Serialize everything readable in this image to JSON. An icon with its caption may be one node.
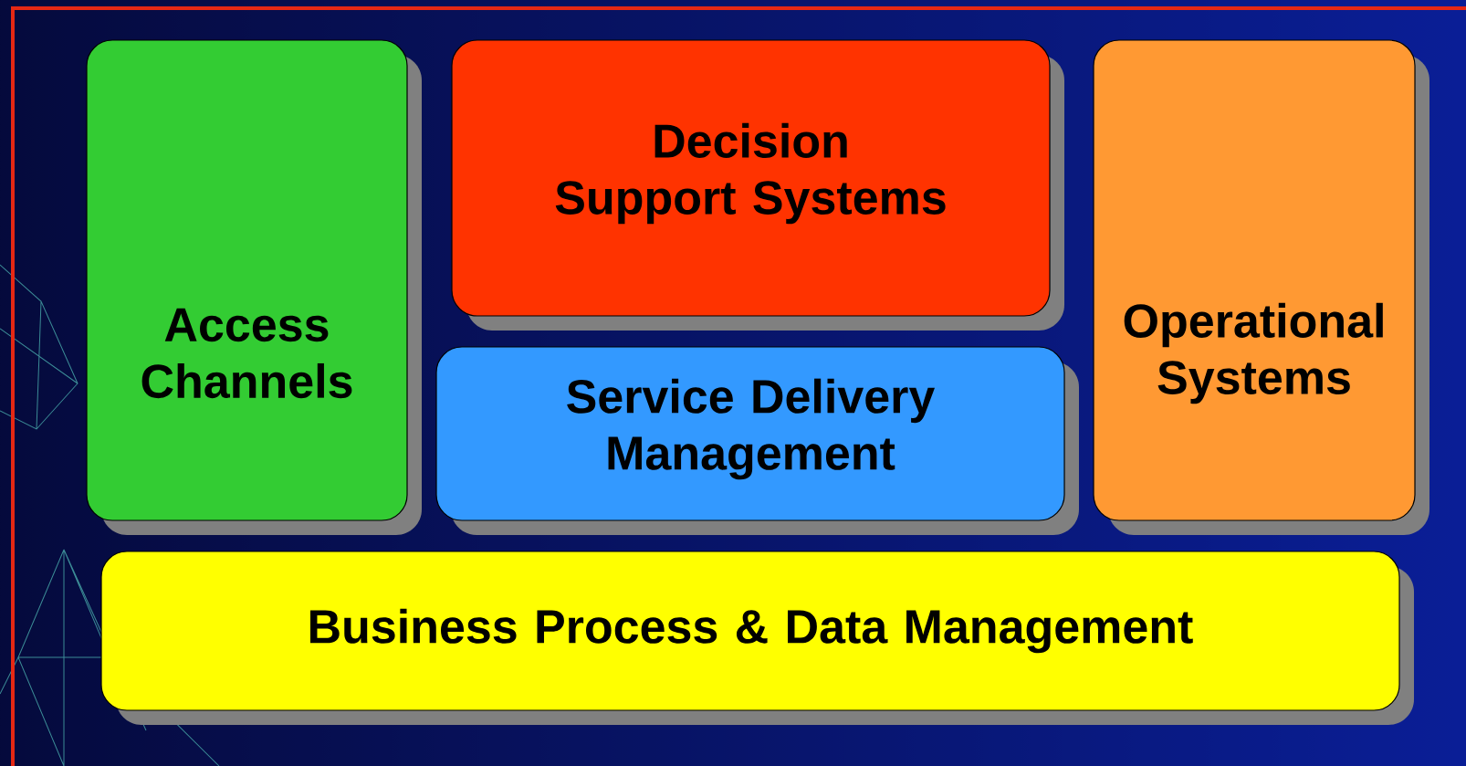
{
  "diagram": {
    "nodes": [
      {
        "text": [
          "Access Channels"
        ]
      },
      {
        "text": [
          "Decision Support Systems"
        ]
      },
      {
        "text": [
          "Service Delivery Management"
        ]
      },
      {
        "text": [
          "Operational Systems"
        ]
      },
      {
        "text": [
          "Business Process & Data Management"
        ]
      }
    ]
  }
}
